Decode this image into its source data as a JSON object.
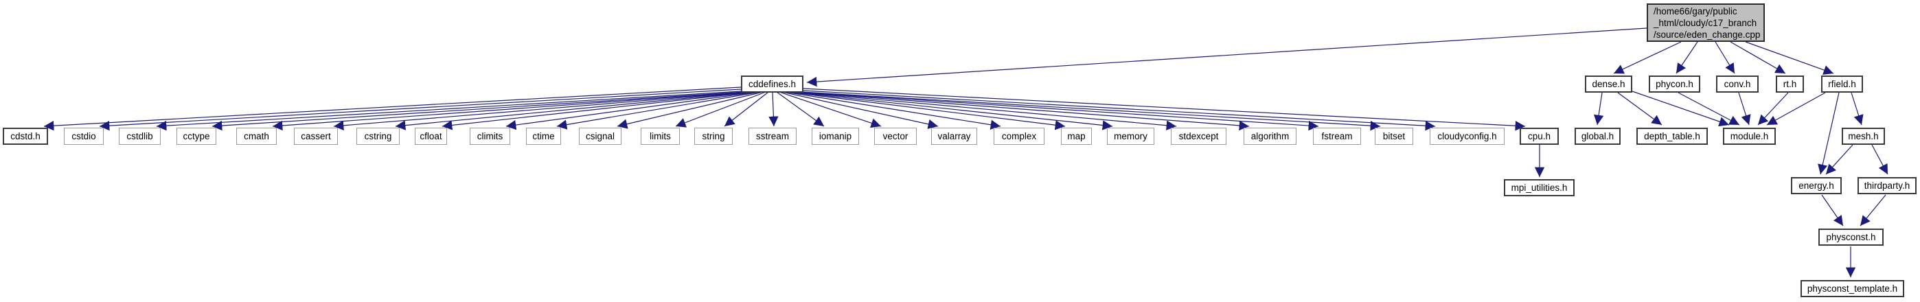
{
  "diagram": {
    "type": "include-dependency-graph",
    "root_file": "/home66/gary/public_html/cloudy/c17_branch/source/eden_change.cpp",
    "edge_color": "#1b1b7a",
    "root_fill": "#bfbfbf"
  },
  "nodes": {
    "main": {
      "label": "/home66/gary/public\n_html/cloudy/c17_branch\n/source/eden_change.cpp"
    },
    "cddefines": {
      "label": "cddefines.h"
    },
    "cdstd": {
      "label": "cdstd.h"
    },
    "cstdio": {
      "label": "cstdio"
    },
    "cstdlib": {
      "label": "cstdlib"
    },
    "cctype": {
      "label": "cctype"
    },
    "cmath": {
      "label": "cmath"
    },
    "cassert": {
      "label": "cassert"
    },
    "cstring": {
      "label": "cstring"
    },
    "cfloat": {
      "label": "cfloat"
    },
    "climits": {
      "label": "climits"
    },
    "ctime": {
      "label": "ctime"
    },
    "csignal": {
      "label": "csignal"
    },
    "limits": {
      "label": "limits"
    },
    "string": {
      "label": "string"
    },
    "sstream": {
      "label": "sstream"
    },
    "iomanip": {
      "label": "iomanip"
    },
    "vector": {
      "label": "vector"
    },
    "valarray": {
      "label": "valarray"
    },
    "complex": {
      "label": "complex"
    },
    "map": {
      "label": "map"
    },
    "memory": {
      "label": "memory"
    },
    "stdexcept": {
      "label": "stdexcept"
    },
    "algorithm": {
      "label": "algorithm"
    },
    "fstream": {
      "label": "fstream"
    },
    "bitset": {
      "label": "bitset"
    },
    "cloudyconfig": {
      "label": "cloudyconfig.h"
    },
    "cpu": {
      "label": "cpu.h"
    },
    "mpi_utilities": {
      "label": "mpi_utilities.h"
    },
    "dense": {
      "label": "dense.h"
    },
    "phycon": {
      "label": "phycon.h"
    },
    "conv": {
      "label": "conv.h"
    },
    "rt": {
      "label": "rt.h"
    },
    "rfield": {
      "label": "rfield.h"
    },
    "global": {
      "label": "global.h"
    },
    "depth_table": {
      "label": "depth_table.h"
    },
    "module": {
      "label": "module.h"
    },
    "mesh": {
      "label": "mesh.h"
    },
    "energy": {
      "label": "energy.h"
    },
    "thirdparty": {
      "label": "thirdparty.h"
    },
    "physconst": {
      "label": "physconst.h"
    },
    "physconst_template": {
      "label": "physconst_template.h"
    }
  },
  "edges": [
    [
      "main",
      "cddefines"
    ],
    [
      "main",
      "dense"
    ],
    [
      "main",
      "phycon"
    ],
    [
      "main",
      "conv"
    ],
    [
      "main",
      "rt"
    ],
    [
      "main",
      "rfield"
    ],
    [
      "cddefines",
      "cdstd"
    ],
    [
      "cddefines",
      "cstdio"
    ],
    [
      "cddefines",
      "cstdlib"
    ],
    [
      "cddefines",
      "cctype"
    ],
    [
      "cddefines",
      "cmath"
    ],
    [
      "cddefines",
      "cassert"
    ],
    [
      "cddefines",
      "cstring"
    ],
    [
      "cddefines",
      "cfloat"
    ],
    [
      "cddefines",
      "climits"
    ],
    [
      "cddefines",
      "ctime"
    ],
    [
      "cddefines",
      "csignal"
    ],
    [
      "cddefines",
      "limits"
    ],
    [
      "cddefines",
      "string"
    ],
    [
      "cddefines",
      "sstream"
    ],
    [
      "cddefines",
      "iomanip"
    ],
    [
      "cddefines",
      "vector"
    ],
    [
      "cddefines",
      "valarray"
    ],
    [
      "cddefines",
      "complex"
    ],
    [
      "cddefines",
      "map"
    ],
    [
      "cddefines",
      "memory"
    ],
    [
      "cddefines",
      "stdexcept"
    ],
    [
      "cddefines",
      "algorithm"
    ],
    [
      "cddefines",
      "fstream"
    ],
    [
      "cddefines",
      "bitset"
    ],
    [
      "cddefines",
      "cloudyconfig"
    ],
    [
      "cddefines",
      "cpu"
    ],
    [
      "cpu",
      "mpi_utilities"
    ],
    [
      "dense",
      "global"
    ],
    [
      "dense",
      "depth_table"
    ],
    [
      "dense",
      "module"
    ],
    [
      "phycon",
      "module"
    ],
    [
      "conv",
      "module"
    ],
    [
      "rt",
      "module"
    ],
    [
      "rfield",
      "module"
    ],
    [
      "rfield",
      "mesh"
    ],
    [
      "rfield",
      "energy"
    ],
    [
      "mesh",
      "energy"
    ],
    [
      "mesh",
      "thirdparty"
    ],
    [
      "energy",
      "physconst"
    ],
    [
      "thirdparty",
      "physconst"
    ],
    [
      "physconst",
      "physconst_template"
    ]
  ]
}
